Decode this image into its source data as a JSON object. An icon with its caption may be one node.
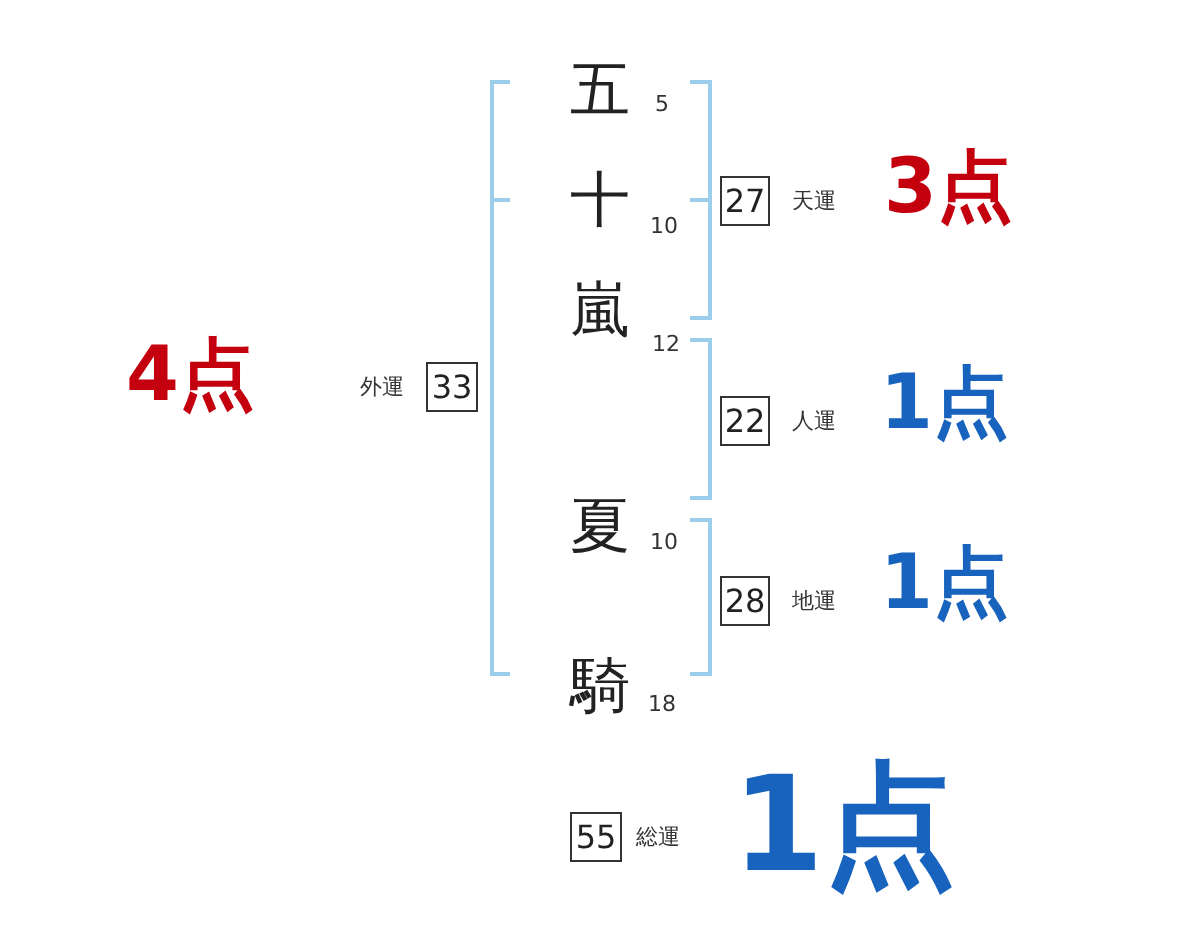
{
  "diagram": {
    "nodes": [
      {
        "text": [
          "27"
        ],
        "beside": [
          "天運",
          "3点"
        ]
      },
      {
        "text": [
          "33"
        ],
        "beside": [
          "外運",
          "4点"
        ]
      },
      {
        "text": [
          "22"
        ],
        "beside": [
          "人運",
          "1点"
        ]
      },
      {
        "text": [
          "28"
        ],
        "beside": [
          "地運",
          "1点"
        ]
      },
      {
        "text": [
          "55"
        ],
        "beside": [
          "総運",
          "1点"
        ]
      }
    ],
    "labels": [
      "五",
      "5",
      "十",
      "10",
      "嵐",
      "12",
      "夏",
      "10",
      "騎",
      "18"
    ]
  }
}
